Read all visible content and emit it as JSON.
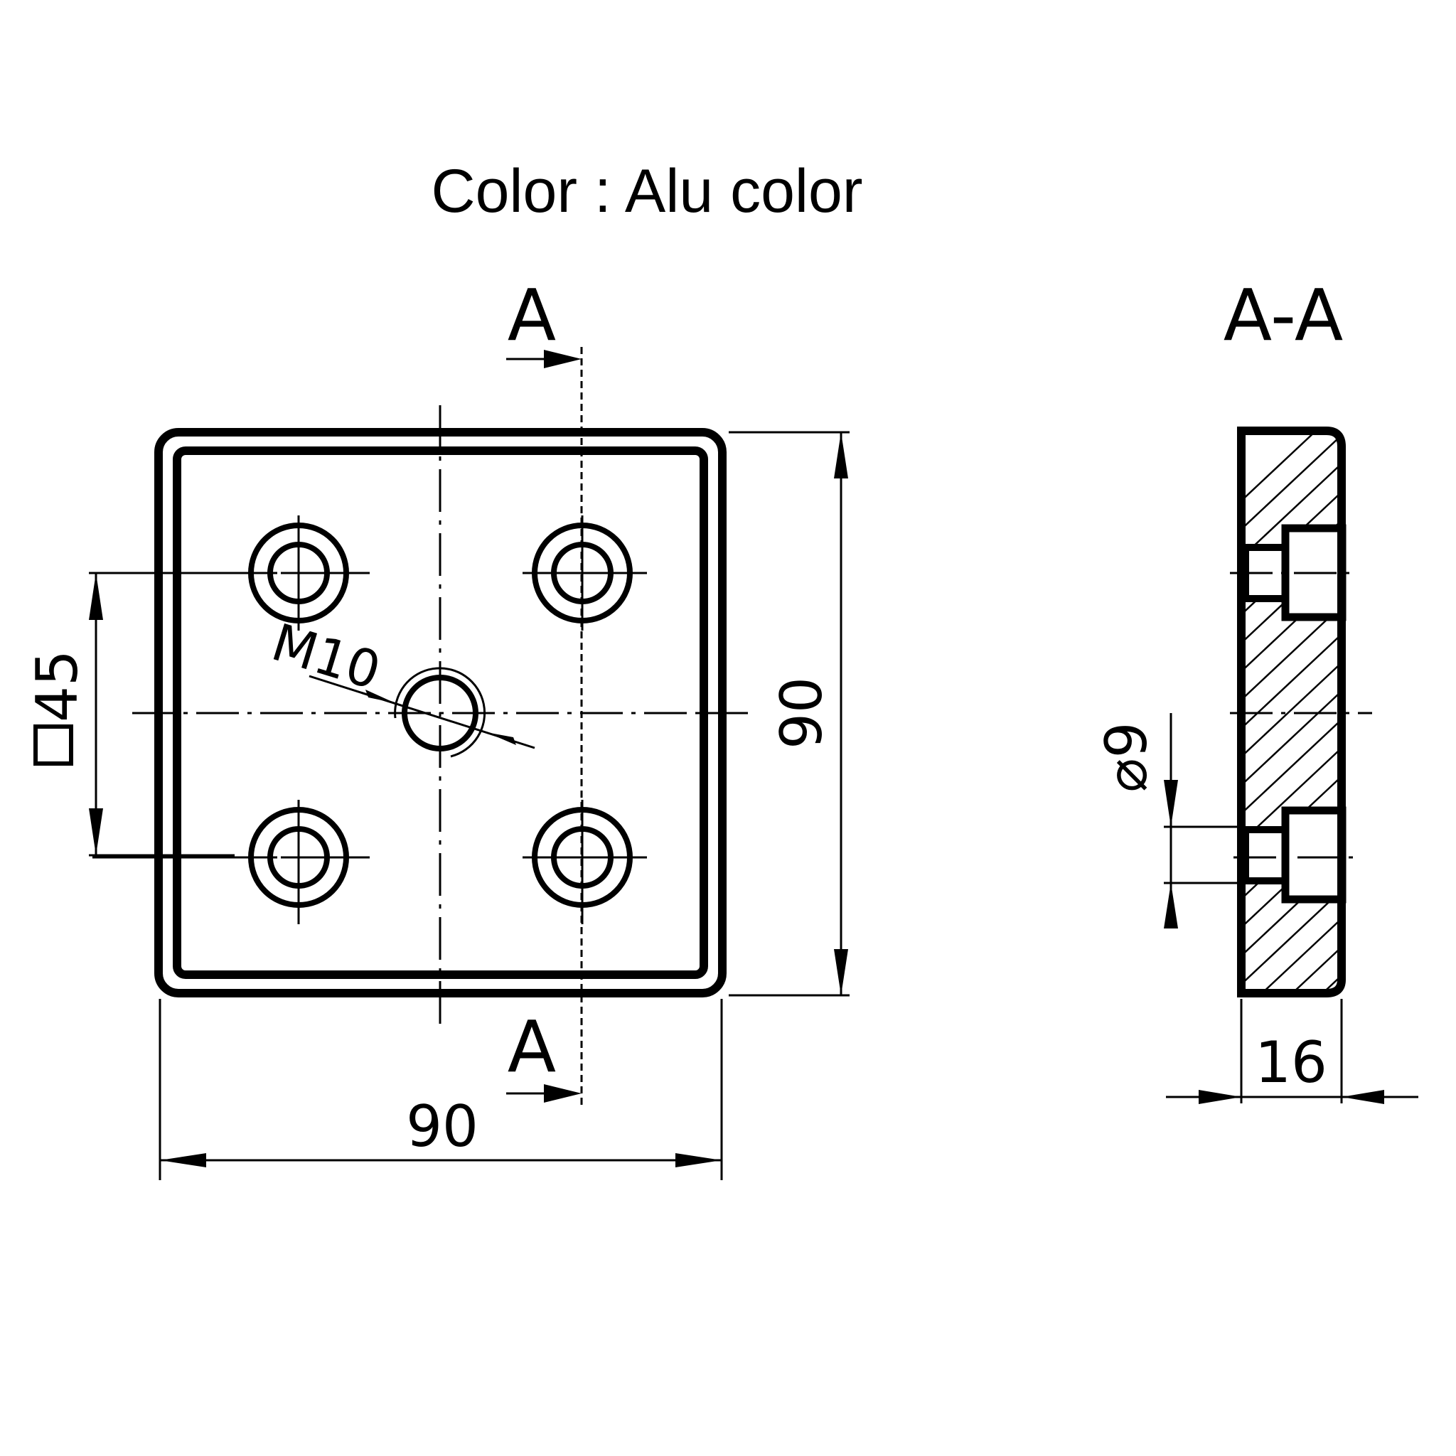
{
  "title": "Color : Alu color",
  "front_view": {
    "section_marker_top": "A",
    "section_marker_bottom": "A",
    "dim_width": "90",
    "dim_height": "90",
    "dim_hole_pattern": "45",
    "dim_hole_pattern_symbol": "square",
    "thread_callout": "M10",
    "bolt_holes": 4,
    "center_holes": 1
  },
  "section_view": {
    "label": "A-A",
    "dim_thickness": "16",
    "dim_bore": "9",
    "dim_bore_symbol": "⌀",
    "counterbored_holes": 2
  }
}
